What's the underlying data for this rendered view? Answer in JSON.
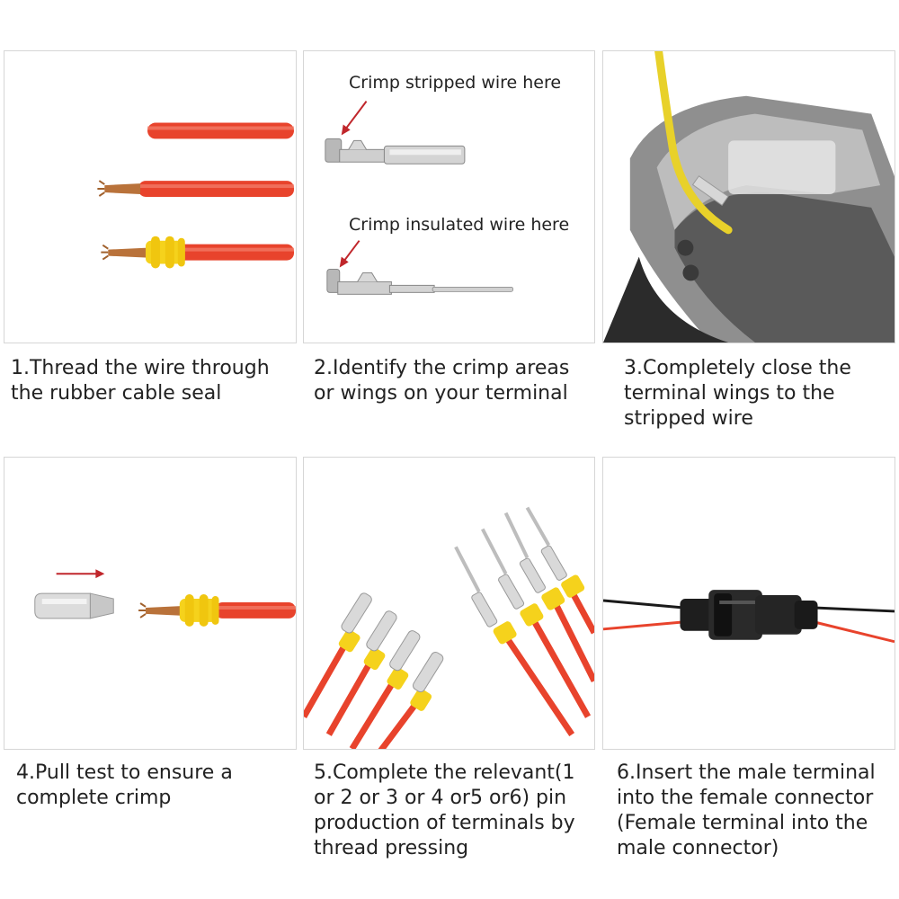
{
  "steps": [
    {
      "caption": "1.Thread the wire through\nthe rubber cable seal"
    },
    {
      "caption": "2.Identify the crimp areas\nor wings on your terminal",
      "callouts": [
        "Crimp stripped wire here",
        "Crimp insulated wire here"
      ]
    },
    {
      "caption": "3.Completely close the\nterminal wings to the\nstripped wire"
    },
    {
      "caption": "4.Pull test to ensure a\ncomplete crimp"
    },
    {
      "caption": "5.Complete the relevant(1\nor 2 or 3 or 4 or5 or6) pin\nproduction of terminals by\nthread pressing"
    },
    {
      "caption": "6.Insert  the male terminal\ninto the female connector\n(Female terminal into the\nmale connector)"
    }
  ],
  "colors": {
    "wire_red": "#e8432c",
    "seal_yellow": "#f5d21c",
    "copper": "#b9723a",
    "metal": "#c9c9c9",
    "arrow": "#c0262b",
    "border": "#d6d6d6"
  }
}
